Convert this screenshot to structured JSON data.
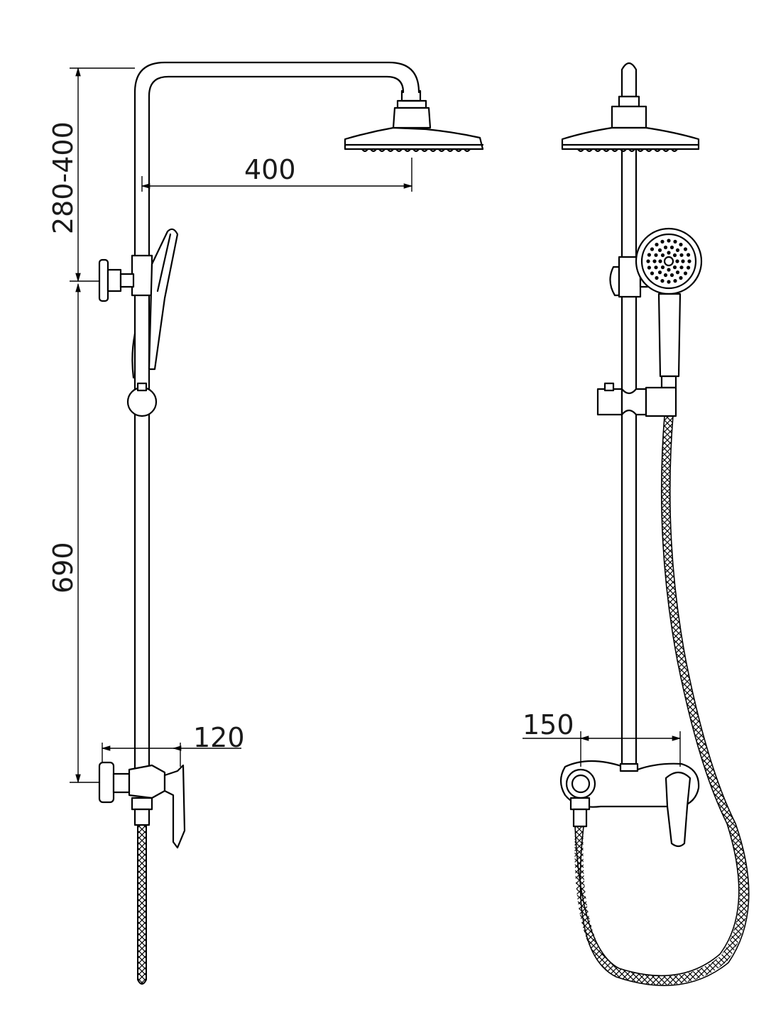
{
  "dimensions": {
    "head_drop": "280-400",
    "arm_length": "400",
    "rail_height": "690",
    "mixer_depth": "120",
    "mixer_centers": "150"
  },
  "colors": {
    "line": "#000000",
    "background": "#ffffff"
  }
}
